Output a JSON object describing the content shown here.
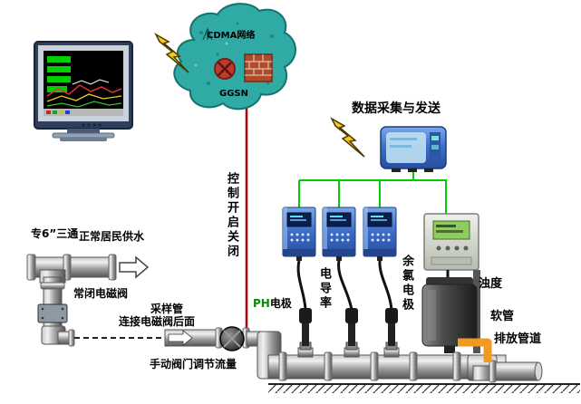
{
  "cloud": {
    "network": "CDMA网络",
    "node": "GGSN"
  },
  "labels": {
    "data_collection": "数据采集与发送",
    "remote_switch": "控制开启关闭",
    "tee": "专6”三通",
    "normal_supply": "正常居民供水",
    "closed_valve": "常闭电磁阀",
    "sampling_pipe": "采样管",
    "connect_note": "连接电磁阀后面",
    "manual_valve": "手动阀门调节流量",
    "ph_prefix": "PH",
    "ph_suffix": "电极",
    "conductivity": "电导率",
    "chlorine": "余氯电极",
    "turbidity": "浊度",
    "hose": "软管",
    "discharge": "排放管道"
  },
  "colors": {
    "connection_green": "#00cc00",
    "control_red": "#b30000",
    "hose_orange": "#f09a1f",
    "cloud_teal": "#2faaa4",
    "lightning_yellow": "#f6c81c",
    "device_blue": "#3c6cc8"
  }
}
